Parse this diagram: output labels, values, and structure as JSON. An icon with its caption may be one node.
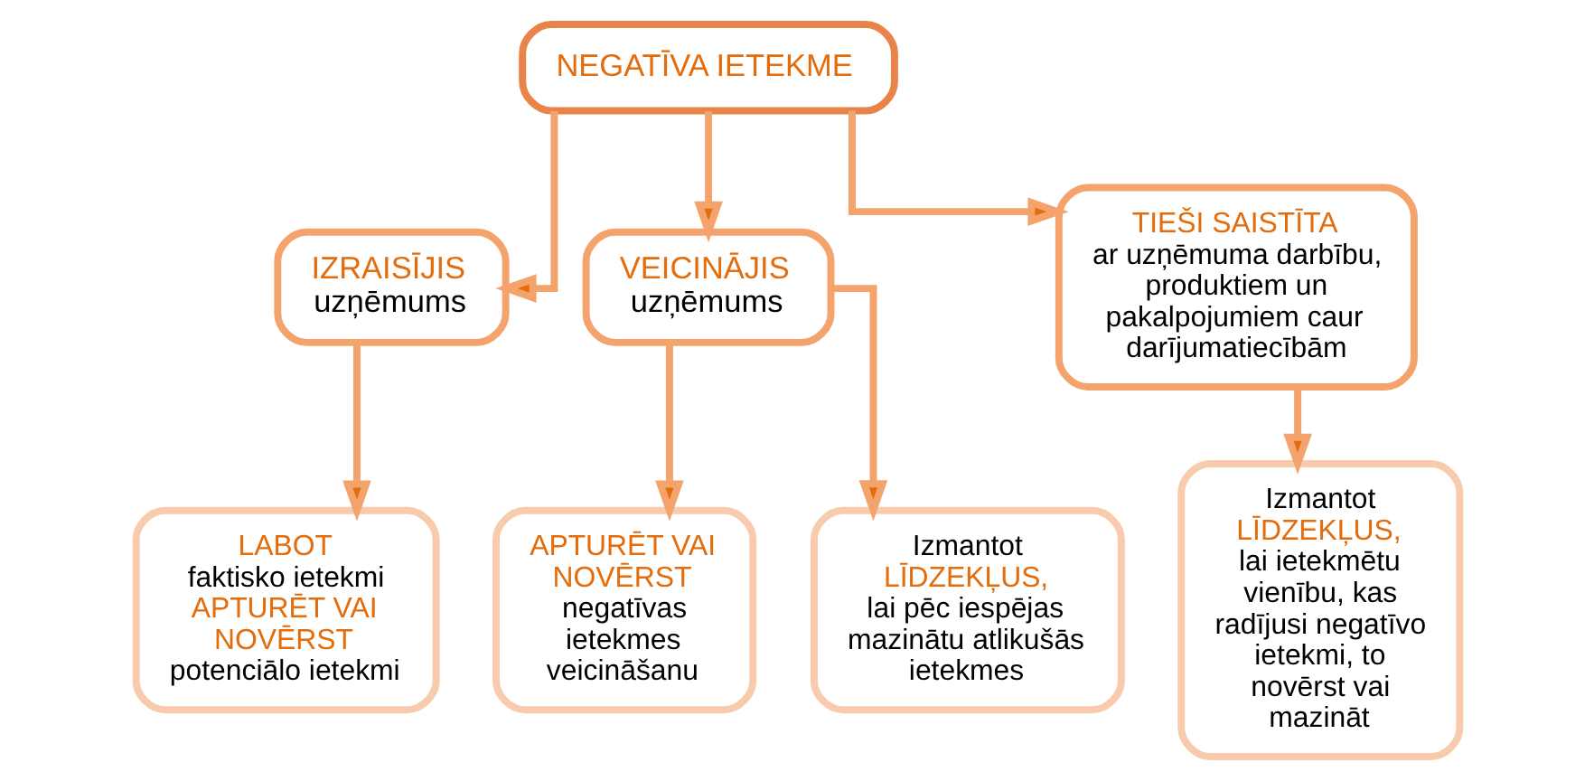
{
  "diagram": {
    "nodes": [
      {
        "text": [
          "NEGATĪVA IETEKME"
        ]
      },
      {
        "text": [
          "IZRAISĪJIS",
          "uzņēmums"
        ]
      },
      {
        "text": [
          "VEICINĀJIS",
          "uzņēmums"
        ]
      },
      {
        "text": [
          "TIEŠI SAISTĪTA",
          "ar uzņēmuma darbību, produktiem un pakalpojumiem caur darījumatiecībām"
        ]
      },
      {
        "text": [
          "LABOT",
          "faktisko ietekmi",
          "APTURĒT VAI NOVĒRST",
          "potenciālo ietekmi"
        ]
      },
      {
        "text": [
          "APTURĒT VAI NOVĒRST",
          "negatīvas ietekmes veicināšanu"
        ]
      },
      {
        "text": [
          "Izmantot",
          "LĪDZEKĻUS,",
          "lai pēc iespējas mazinātu atlikušās ietekmes"
        ]
      },
      {
        "text": [
          "Izmantot",
          "LĪDZEKĻUS,",
          "lai ietekmētu vienību, kas radījusi negatīvo ietekmi, to novērst vai mazināt"
        ]
      }
    ],
    "edges": [
      {
        "from": 0,
        "to": 1,
        "arrow": "to"
      },
      {
        "from": 0,
        "to": 2,
        "arrow": "to"
      },
      {
        "from": 0,
        "to": 3,
        "arrow": "to"
      },
      {
        "from": 1,
        "to": 4,
        "arrow": "to"
      },
      {
        "from": 2,
        "to": 5,
        "arrow": "to"
      },
      {
        "from": 2,
        "to": 6,
        "arrow": "to"
      },
      {
        "from": 3,
        "to": 7,
        "arrow": "to"
      }
    ]
  }
}
